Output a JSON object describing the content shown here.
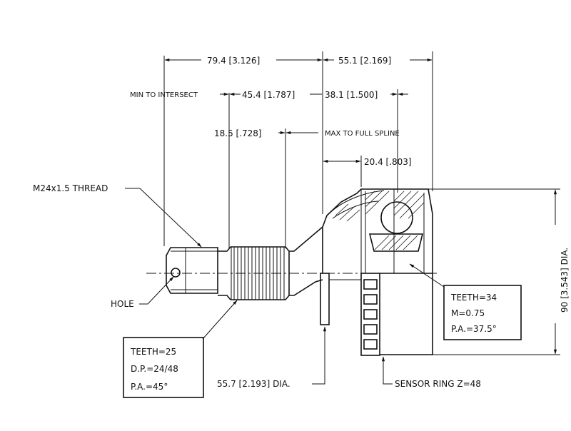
{
  "dimensions": {
    "d1": "79.4 [3.126]",
    "d2": "55.1 [2.169]",
    "min_to_intersect": "MIN TO INTERSECT",
    "d3": "45.4 [1.787]",
    "d4": "38.1 [1.500]",
    "d5": "18.5 [.728]",
    "max_to_full_spline": "MAX TO FULL SPLINE",
    "d6": "20.4 [.803]",
    "dia90": "90 [3.543] DIA.",
    "dia55": "55.7 [2.193] DIA."
  },
  "callouts": {
    "thread": "M24x1.5 THREAD",
    "hole": "HOLE",
    "sensor": "SENSOR RING Z=48"
  },
  "boxes": {
    "left": [
      "TEETH=25",
      "D.P.=24/48",
      "P.A.=45°"
    ],
    "right": [
      "TEETH=34",
      "M=0.75",
      "P.A.=37.5°"
    ]
  }
}
